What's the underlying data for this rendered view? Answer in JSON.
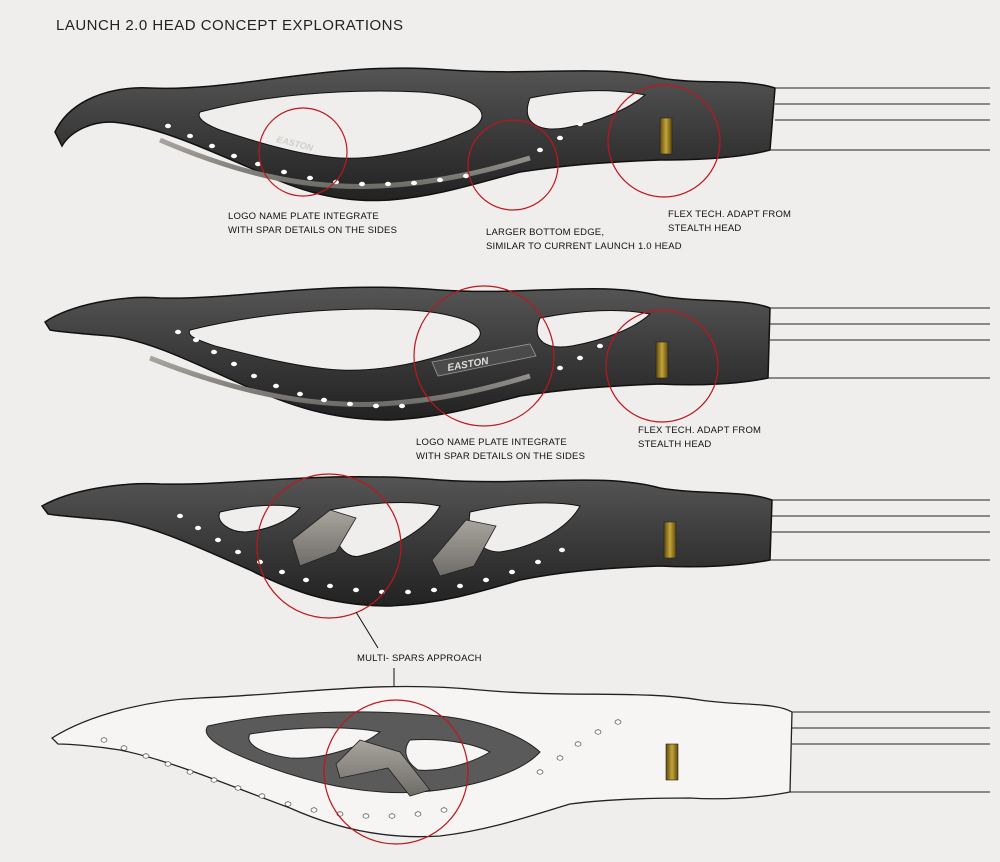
{
  "page": {
    "title": "LAUNCH 2.0 HEAD CONCEPT EXPLORATIONS"
  },
  "brand_mark": "EASTON",
  "colors": {
    "background": "#efeeec",
    "head_dark": "#3a3a3a",
    "head_mid": "#5b5b5b",
    "spar_light": "#8e8c86",
    "callout_circle": "#c0151c",
    "flex_insert": "#9a7f1e",
    "outline": "#222222"
  },
  "concepts": [
    {
      "notes": [
        "LOGO NAME PLATE INTEGRATE\nWITH SPAR DETAILS ON THE SIDES",
        "LARGER BOTTOM EDGE,\nSIMILAR TO CURRENT LAUNCH 1.0 HEAD",
        "FLEX TECH. ADAPT FROM\nSTEALTH HEAD"
      ]
    },
    {
      "notes": [
        "LOGO NAME PLATE INTEGRATE\nWITH SPAR DETAILS ON THE SIDES",
        "FLEX TECH. ADAPT FROM\nSTEALTH HEAD"
      ]
    },
    {
      "notes": [
        "MULTI- SPARS APPROACH"
      ]
    }
  ]
}
